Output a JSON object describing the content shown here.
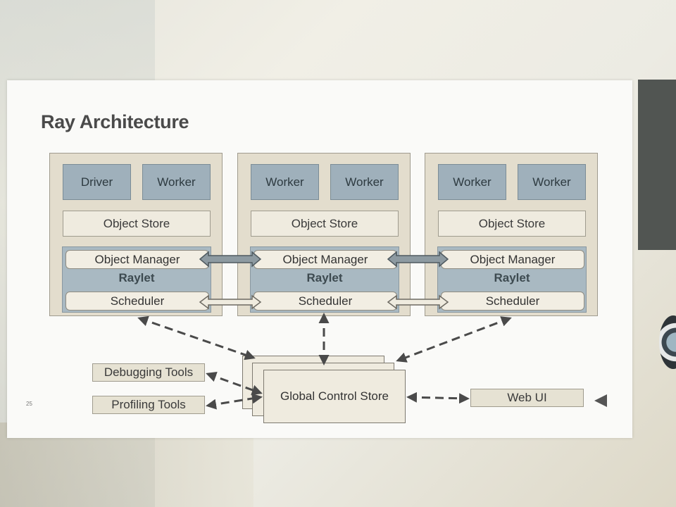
{
  "slide": {
    "title": "Ray Architecture",
    "page_number": "25"
  },
  "nodes": [
    {
      "top_left": "Driver",
      "top_right": "Worker",
      "object_store": "Object Store",
      "object_manager": "Object Manager",
      "raylet": "Raylet",
      "scheduler": "Scheduler"
    },
    {
      "top_left": "Worker",
      "top_right": "Worker",
      "object_store": "Object Store",
      "object_manager": "Object Manager",
      "raylet": "Raylet",
      "scheduler": "Scheduler"
    },
    {
      "top_left": "Worker",
      "top_right": "Worker",
      "object_store": "Object Store",
      "object_manager": "Object Manager",
      "raylet": "Raylet",
      "scheduler": "Scheduler"
    }
  ],
  "gcs": {
    "label": "Global Control Store"
  },
  "tools": {
    "debugging": "Debugging Tools",
    "profiling": "Profiling Tools",
    "web_ui": "Web UI"
  },
  "colors": {
    "node_bg": "#e3ddcd",
    "process_box": "#9fb0bb",
    "raylet_bg": "#a9b9c2",
    "arrow_dark": "#4a4a4a",
    "arrow_fill": "#8d9aa1"
  }
}
